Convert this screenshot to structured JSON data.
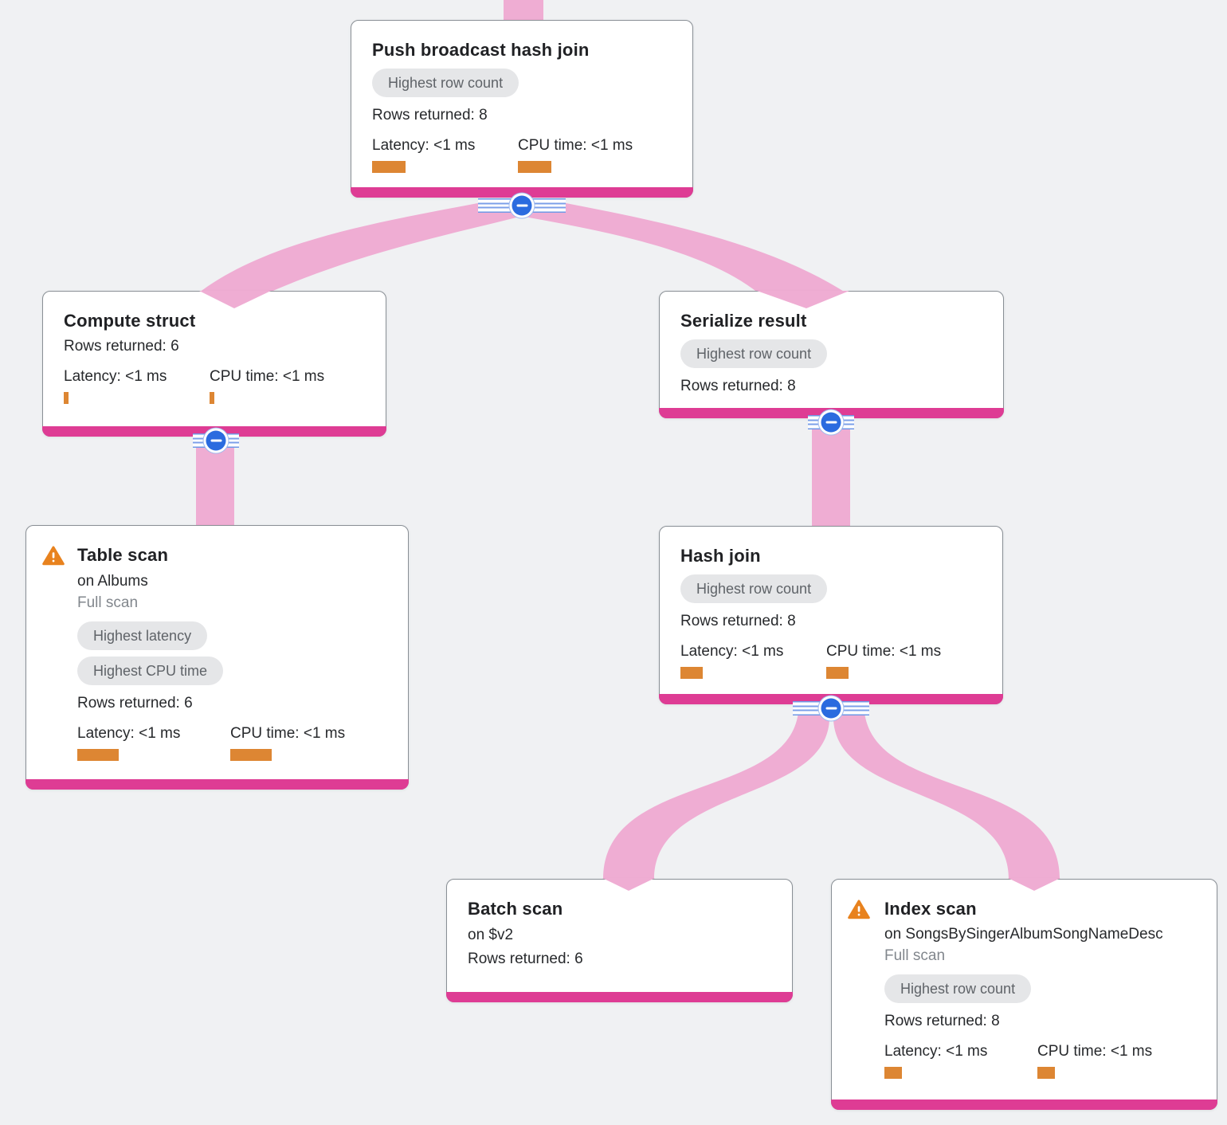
{
  "diagram": {
    "kind": "query-execution-plan-tree",
    "colors": {
      "background": "#f0f1f3",
      "node_accent_bar": "#de3c94",
      "edge_ribbon": "#efadd3",
      "metric_bar": "#dd8633",
      "warning_icon": "#e8821e",
      "badge_bg": "#e5e6e8",
      "badge_text": "#5f6368",
      "collapse_button": "#2b6bdf"
    }
  },
  "nodes": [
    {
      "title": "Push broadcast hash join",
      "badges": [
        "Highest row count"
      ],
      "rows_returned": "Rows returned: 8",
      "latency_label": "Latency: <1 ms",
      "cpu_label": "CPU time: <1 ms"
    },
    {
      "title": "Compute struct",
      "rows_returned": "Rows returned: 6",
      "latency_label": "Latency: <1 ms",
      "cpu_label": "CPU time: <1 ms"
    },
    {
      "title": "Serialize result",
      "badges": [
        "Highest row count"
      ],
      "rows_returned": "Rows returned: 8"
    },
    {
      "title": "Table scan",
      "subtitle": "on Albums",
      "scan_type": "Full scan",
      "badges": [
        "Highest latency",
        "Highest CPU time"
      ],
      "rows_returned": "Rows returned: 6",
      "latency_label": "Latency: <1 ms",
      "cpu_label": "CPU time: <1 ms",
      "warning": true
    },
    {
      "title": "Hash join",
      "badges": [
        "Highest row count"
      ],
      "rows_returned": "Rows returned: 8",
      "latency_label": "Latency: <1 ms",
      "cpu_label": "CPU time: <1 ms"
    },
    {
      "title": "Batch scan",
      "subtitle": "on $v2",
      "rows_returned": "Rows returned: 6"
    },
    {
      "title": "Index scan",
      "subtitle": "on SongsBySingerAlbumSongNameDesc",
      "scan_type": "Full scan",
      "badges": [
        "Highest row count"
      ],
      "rows_returned": "Rows returned: 8",
      "latency_label": "Latency: <1 ms",
      "cpu_label": "CPU time: <1 ms",
      "warning": true
    }
  ],
  "edges": [
    {
      "from": "parent (offscreen top)",
      "to": "Push broadcast hash join"
    },
    {
      "from": "Push broadcast hash join",
      "to": "Compute struct"
    },
    {
      "from": "Push broadcast hash join",
      "to": "Serialize result"
    },
    {
      "from": "Compute struct",
      "to": "Table scan"
    },
    {
      "from": "Serialize result",
      "to": "Hash join"
    },
    {
      "from": "Hash join",
      "to": "Batch scan"
    },
    {
      "from": "Hash join",
      "to": "Index scan"
    }
  ]
}
